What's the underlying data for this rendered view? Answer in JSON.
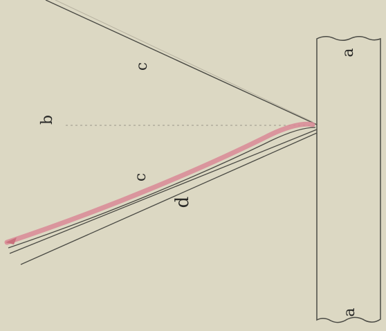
{
  "diagram": {
    "labels": {
      "plate_top": "a",
      "plate_bottom": "a",
      "upper_line": "c",
      "dotted_line": "b",
      "lower_line_inner": "c",
      "lower_line_outer": "d"
    },
    "colors": {
      "background": "#dcd8c3",
      "ink": "#2a2a28",
      "highlight": "#d98a96",
      "faint_line": "#b8b3a2"
    }
  }
}
